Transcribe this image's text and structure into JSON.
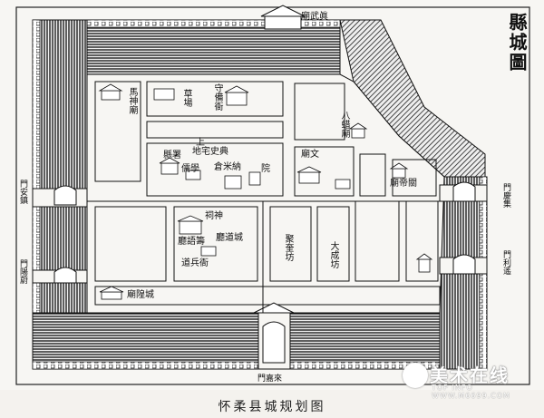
{
  "map": {
    "title": "縣城圖",
    "labels": {
      "north_gate_temple": "廟武眞",
      "ma_shen_miao": "馬神廟",
      "cao_chang": "草場",
      "shou_bei_ya": "守備衙",
      "ba_zha_miao": "八蜡廟",
      "wen_miao": "廟文",
      "xian_shu": "縣署",
      "di_zhai_shi_dian": "地宅史典",
      "di_yu_shi": "上",
      "ru_xue": "儒學",
      "cang_mi_ku": "倉米納",
      "yuan": "院",
      "guan_di_miao": "廟帝關",
      "ci_shen": "祠神",
      "cheng_huang_jie": "廳道城",
      "ju_shu_ting": "廳語籌",
      "dao_bing_ya": "道兵衙",
      "cheng_huang_miao": "廟隍城",
      "ju_jing_fang": "聚奎坊",
      "da_cheng_fang": "大成坊",
      "west_gate_1": "門安鎮",
      "west_gate_2": "門陽蔚",
      "east_gate_1": "門慶集",
      "east_gate_2": "門利遙",
      "south_gate": "門嘉來"
    }
  },
  "caption": "怀柔县城规划图",
  "watermark": {
    "brand": "美术在线",
    "url": "WWW.M6699.COM",
    "prefix": "TOP INFO"
  }
}
